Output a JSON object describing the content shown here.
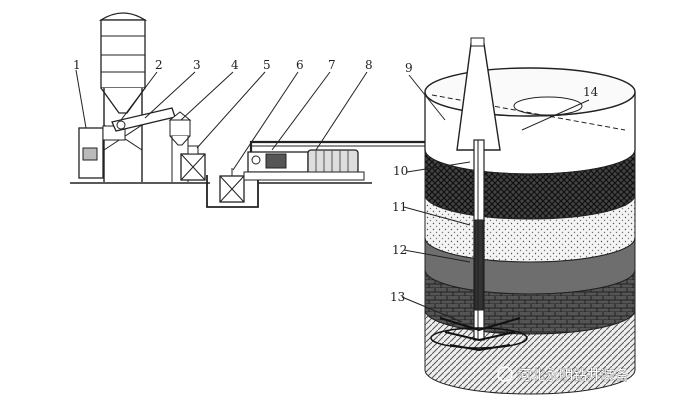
{
  "labels": [
    {
      "id": "1",
      "text": "1"
    },
    {
      "id": "2",
      "text": "2"
    },
    {
      "id": "3",
      "text": "3"
    },
    {
      "id": "4",
      "text": "4"
    },
    {
      "id": "5",
      "text": "5"
    },
    {
      "id": "6",
      "text": "6"
    },
    {
      "id": "7",
      "text": "7"
    },
    {
      "id": "8",
      "text": "8"
    },
    {
      "id": "9",
      "text": "9"
    },
    {
      "id": "10",
      "text": "10"
    },
    {
      "id": "11",
      "text": "11"
    },
    {
      "id": "12",
      "text": "12"
    },
    {
      "id": "13",
      "text": "13"
    },
    {
      "id": "14",
      "text": "14"
    }
  ],
  "watermark": {
    "text": "河北永明钻井装备"
  },
  "colors": {
    "line": "#222222",
    "dark_layer": "#3a3a3a",
    "mid_layer": "#7a7a7a",
    "paper": "#ffffff"
  }
}
